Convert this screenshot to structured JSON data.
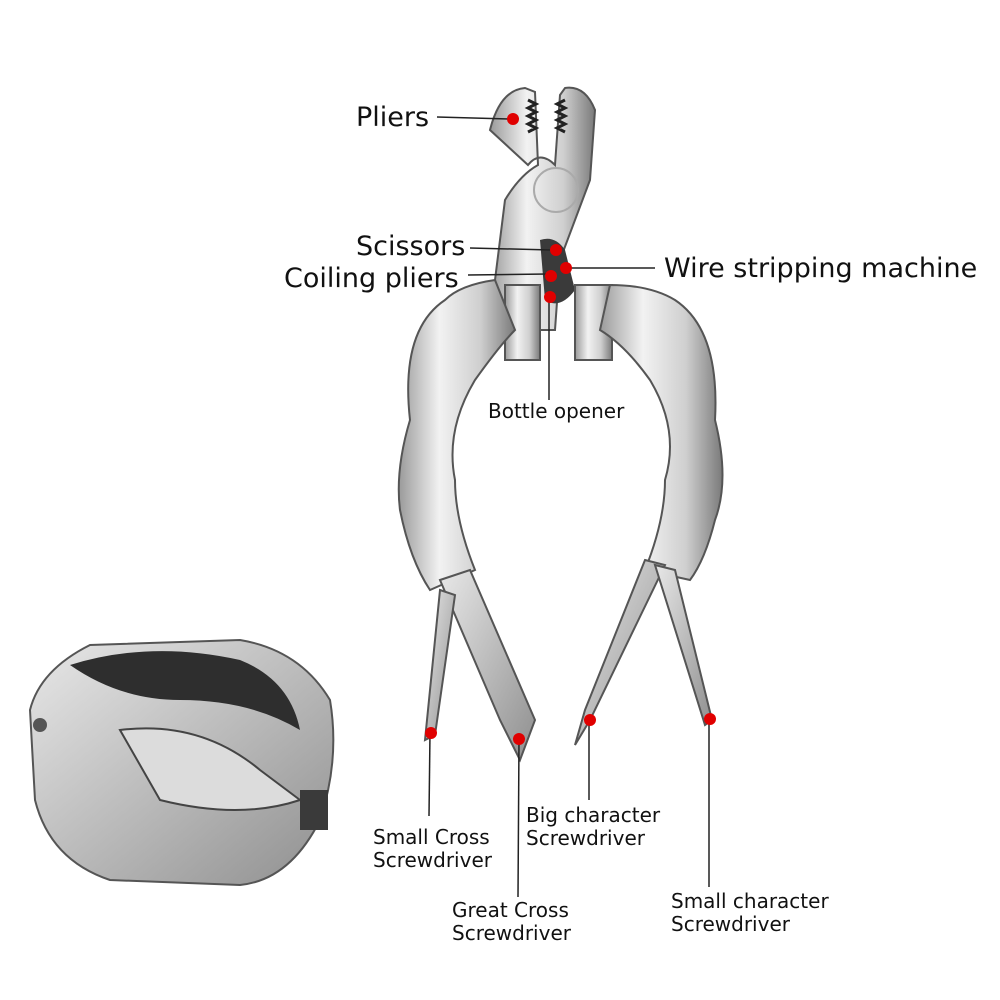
{
  "labels": {
    "pliers": "Pliers",
    "scissors": "Scissors",
    "coiling_pliers": "Coiling pliers",
    "wire_stripping": "Wire stripping machine",
    "bottle_opener": "Bottle opener",
    "small_cross": [
      "Small Cross",
      "Screwdriver"
    ],
    "great_cross": [
      "Great Cross",
      "Screwdriver"
    ],
    "big_character": [
      "Big character",
      "Screwdriver"
    ],
    "small_character": [
      "Small character",
      "Screwdriver"
    ]
  },
  "colors": {
    "marker": "#e00000",
    "steel": "#d6d6d6",
    "steel_dark": "#555555",
    "text": "#111111"
  }
}
